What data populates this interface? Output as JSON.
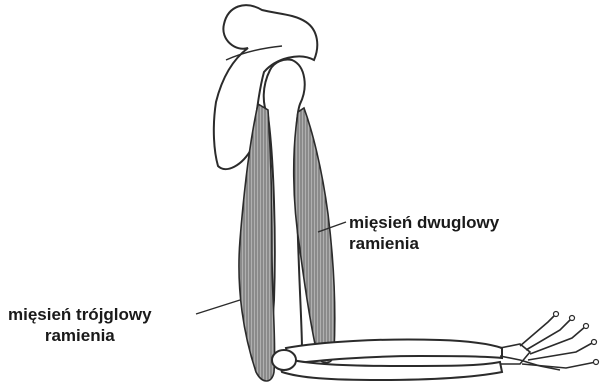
{
  "labels": {
    "biceps": {
      "line1": "mięsień dwuglowy",
      "line2": "ramienia"
    },
    "triceps": {
      "line1": "mięsień trójglowy",
      "line2": "ramienia"
    }
  },
  "colors": {
    "outline": "#2b2b2b",
    "muscle": "#9a9a9a",
    "muscle_dark": "#555555",
    "bone_fill": "#ffffff",
    "background": "#ffffff"
  }
}
